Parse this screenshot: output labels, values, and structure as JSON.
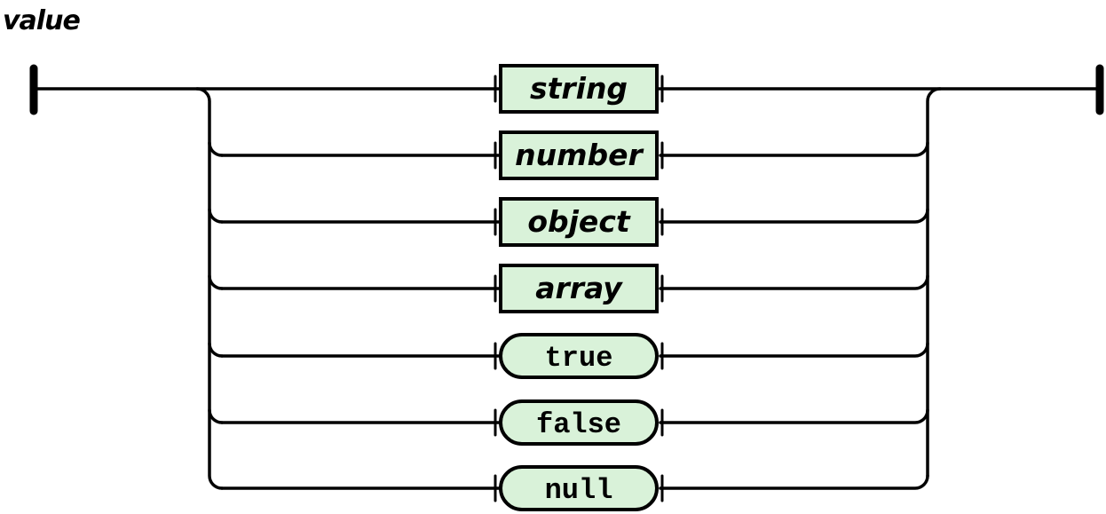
{
  "diagram": {
    "title": "value",
    "colors": {
      "node_fill": "#d9f2d9",
      "line": "#000000",
      "background": "#ffffff"
    },
    "nodes": [
      {
        "label": "string",
        "kind": "nonterminal",
        "shape": "rectangle"
      },
      {
        "label": "number",
        "kind": "nonterminal",
        "shape": "rectangle"
      },
      {
        "label": "object",
        "kind": "nonterminal",
        "shape": "rectangle"
      },
      {
        "label": "array",
        "kind": "nonterminal",
        "shape": "rectangle"
      },
      {
        "label": "true",
        "kind": "terminal",
        "shape": "pill"
      },
      {
        "label": "false",
        "kind": "terminal",
        "shape": "pill"
      },
      {
        "label": "null",
        "kind": "terminal",
        "shape": "pill"
      }
    ]
  }
}
